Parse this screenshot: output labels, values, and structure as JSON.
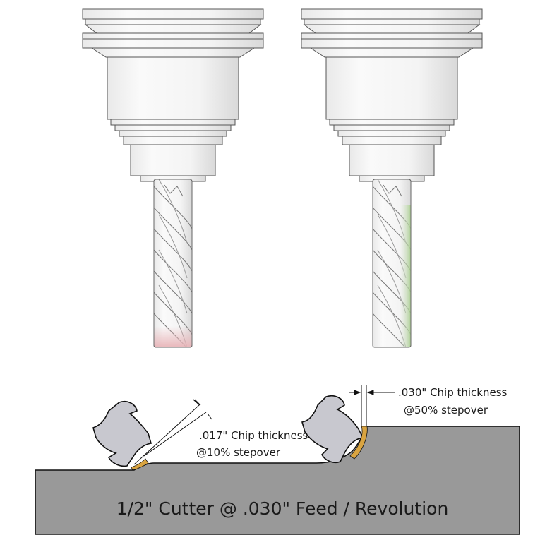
{
  "annotations": {
    "left_chip": ".017\" Chip thickness",
    "left_stepover": "@10% stepover",
    "right_chip": ".030\" Chip thickness",
    "right_stepover": "@50% stepover"
  },
  "workpiece_label": "1/2\" Cutter @ .030\" Feed / Revolution",
  "colors": {
    "workpiece": "#999999",
    "cutter": "#c8c8cf",
    "left_wear": "#e8b4b8",
    "right_wear": "#a8cf8c",
    "chip": "#d9a441"
  }
}
